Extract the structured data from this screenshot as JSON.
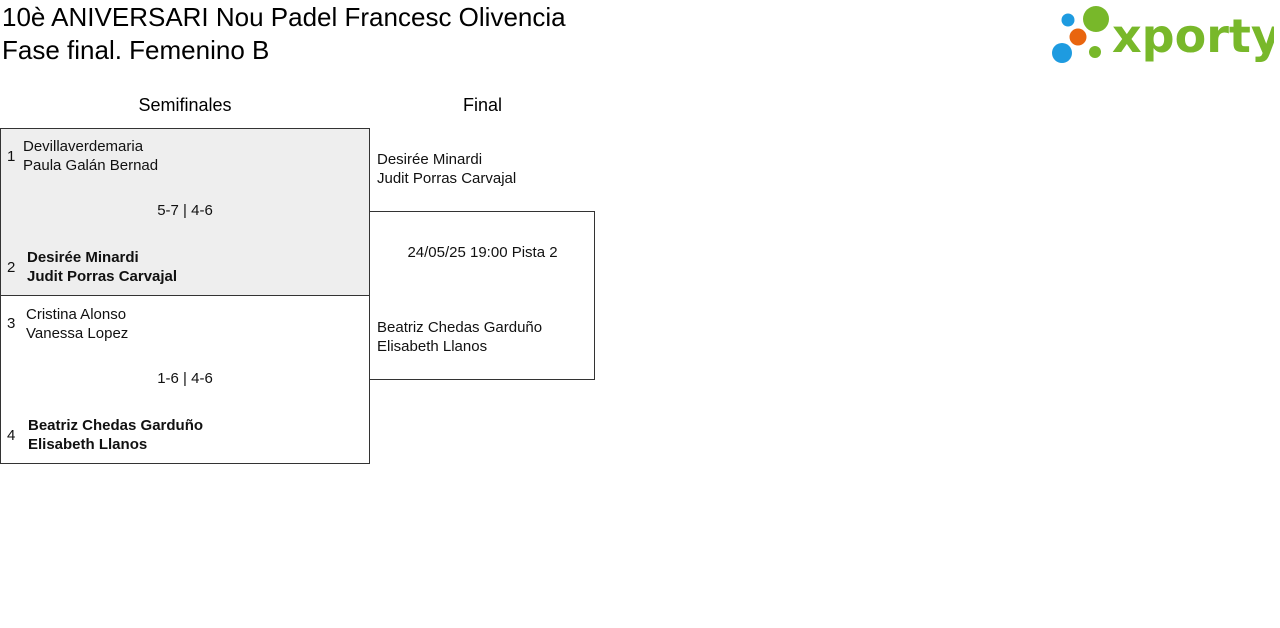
{
  "header": {
    "title": "10è ANIVERSARI Nou Padel Francesc Olivencia",
    "subtitle": "Fase final. Femenino B"
  },
  "logo": {
    "text": "xporty",
    "colors": {
      "green": "#78b82a",
      "blue": "#1e9be0",
      "orange": "#e9650f"
    }
  },
  "rounds": [
    {
      "label": "Semifinales"
    },
    {
      "label": "Final"
    }
  ],
  "semifinals": [
    {
      "top": {
        "seed": "1",
        "player1": "Devillaverdemaria",
        "player2": "Paula Galán Bernad",
        "winner": false
      },
      "score": "5-7 | 4-6",
      "bottom": {
        "seed": "2",
        "player1": "Desirée Minardi",
        "player2": "Judit Porras Carvajal",
        "winner": true
      }
    },
    {
      "top": {
        "seed": "3",
        "player1": "Cristina Alonso",
        "player2": "Vanessa Lopez",
        "winner": false
      },
      "score": "1-6 | 4-6",
      "bottom": {
        "seed": "4",
        "player1": "Beatriz Chedas Garduño",
        "player2": "Elisabeth Llanos",
        "winner": true
      }
    }
  ],
  "final": {
    "top": {
      "player1": "Desirée Minardi",
      "player2": "Judit Porras Carvajal"
    },
    "info": "24/05/25 19:00 Pista 2",
    "bottom": {
      "player1": "Beatriz Chedas Garduño",
      "player2": "Elisabeth Llanos"
    }
  }
}
